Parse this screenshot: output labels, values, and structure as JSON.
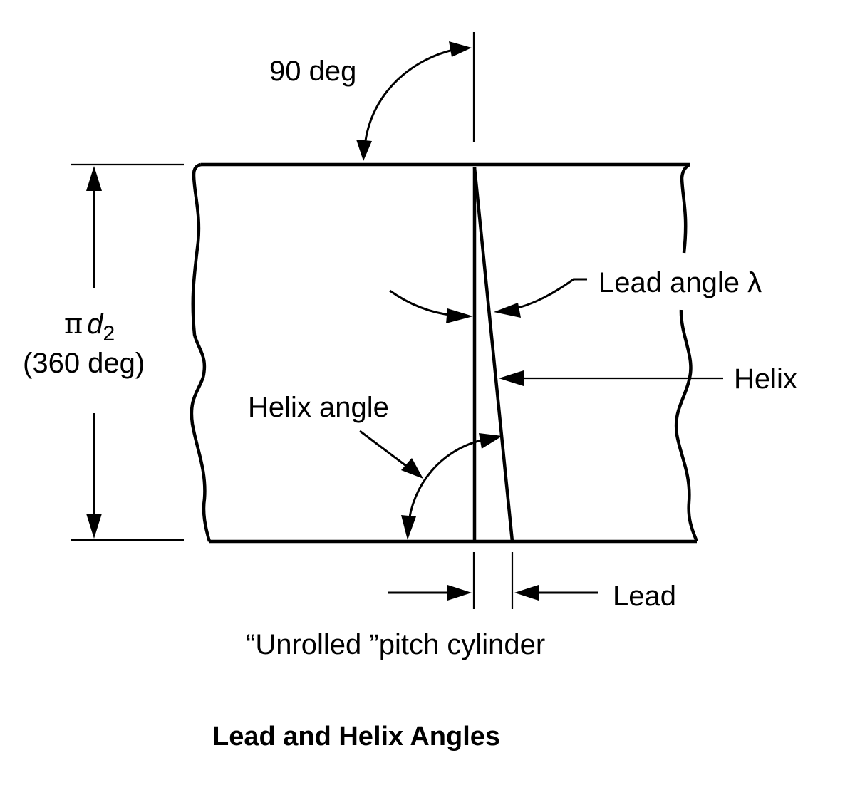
{
  "figure": {
    "title": "Lead and Helix Angles",
    "caption": "“Unrolled ”pitch cylinder",
    "labels": {
      "right_angle": "90 deg",
      "circumference_symbol": "π",
      "circumference_var": "d",
      "circumference_sub": "2",
      "circumference_degrees": "(360 deg)",
      "lead_angle": "Lead angle λ",
      "helix": "Helix",
      "helix_angle": "Helix angle",
      "lead": "Lead"
    },
    "colors": {
      "ink": "#000000",
      "background": "#ffffff"
    }
  }
}
